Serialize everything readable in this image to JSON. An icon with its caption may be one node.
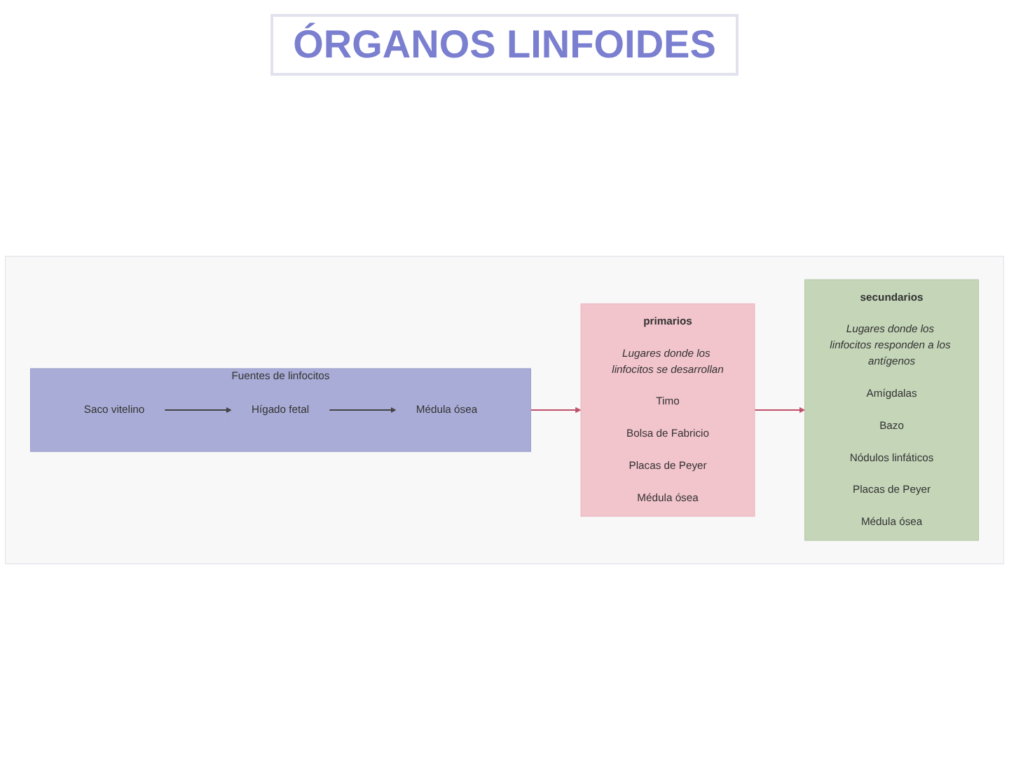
{
  "diagram": {
    "title": "ÓRGANOS LINFOIDES",
    "nodes": [
      {
        "text": [],
        "shape": "box"
      },
      {
        "text": [
          "Fuentes de linfocitos"
        ],
        "in": 0
      },
      {
        "text": [
          "Saco vitelino"
        ],
        "in": 1
      },
      {
        "text": [
          "Hígado fetal"
        ],
        "in": 1
      },
      {
        "text": [
          "Médula ósea"
        ],
        "in": 1
      },
      {
        "text": [
          "primarios",
          "Lugares donde los linfocitos se desarrollan",
          "Timo",
          "Bolsa de Fabricio",
          "Placas de Peyer",
          "Médula ósea"
        ],
        "in": 0
      },
      {
        "text": [
          "secundarios",
          "Lugares donde los linfocitos responden a los antígenos",
          "Amígdalas",
          "Bazo",
          "Nódulos linfáticos",
          "Placas de Peyer",
          "Médula ósea"
        ],
        "in": 0
      }
    ],
    "edges": [
      {
        "from": 2,
        "to": 3,
        "arrow": "to"
      },
      {
        "from": 3,
        "to": 4,
        "arrow": "to"
      },
      {
        "from": 1,
        "to": 5,
        "arrow": "to",
        "color": "#c0506a"
      },
      {
        "from": 5,
        "to": 6,
        "arrow": "to",
        "color": "#c0506a"
      }
    ]
  }
}
